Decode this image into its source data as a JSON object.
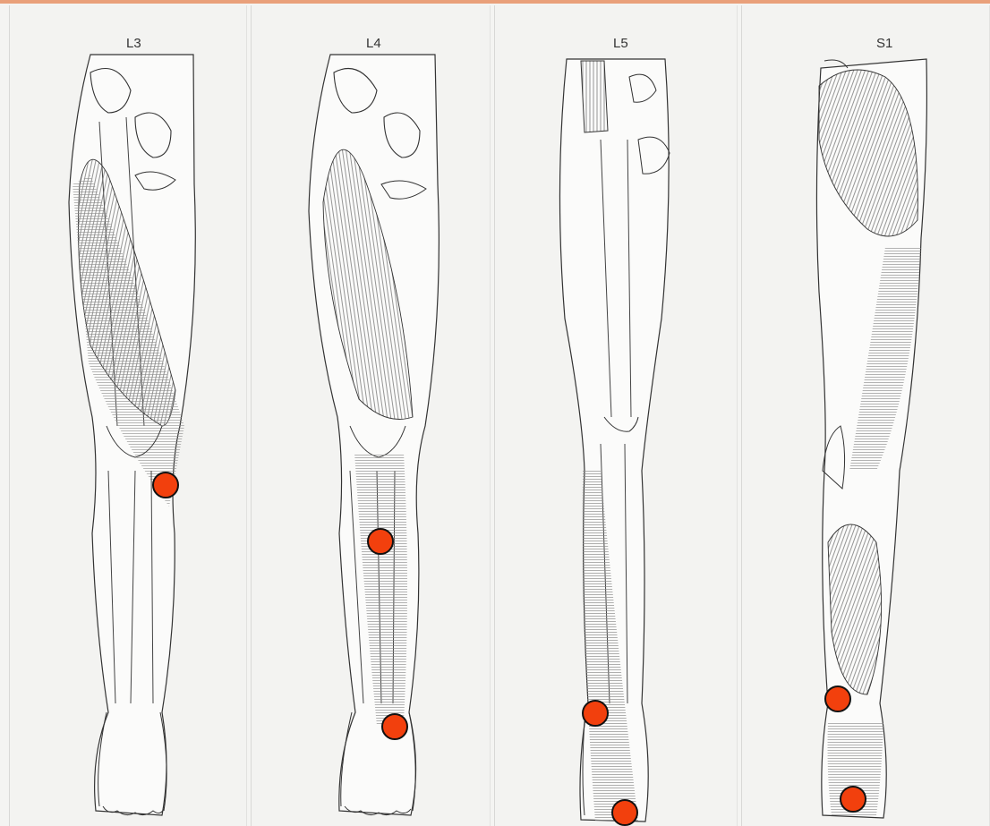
{
  "segments": [
    {
      "label": "L3",
      "color": "#f2400d"
    },
    {
      "label": "L4",
      "color": "#f2400d"
    },
    {
      "label": "L5",
      "color": "#f2400d"
    },
    {
      "label": "S1",
      "color": "#f2400d"
    }
  ],
  "marker_color": "#f2400d",
  "background_color": "#f3f3f1",
  "accent_rule_color": "#e9a07a"
}
